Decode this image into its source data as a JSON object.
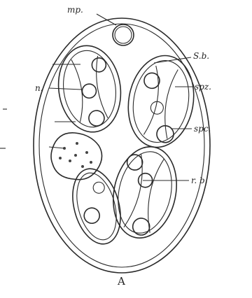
{
  "figure": {
    "labels": {
      "mp": "mp.",
      "sb": "S.b.",
      "n": "n.",
      "spz": "spz.",
      "spc": "spc.",
      "rb": "r. b.",
      "caption": "A"
    }
  }
}
